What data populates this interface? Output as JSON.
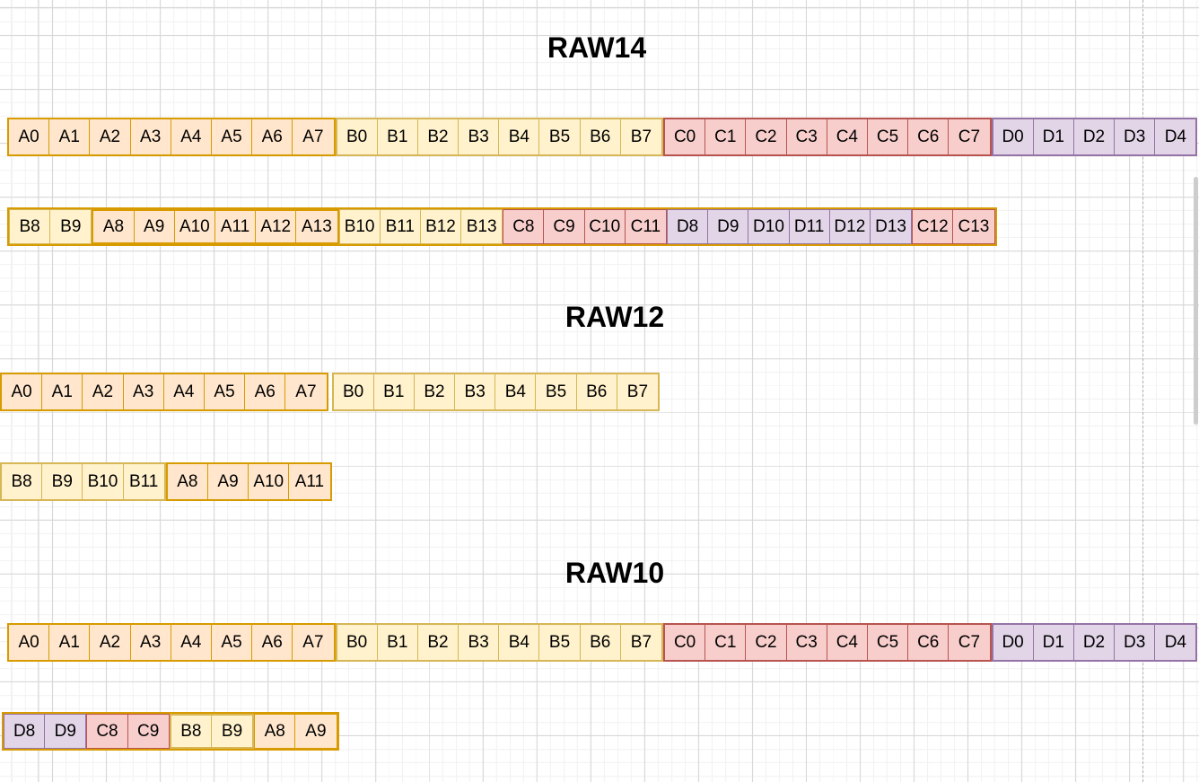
{
  "canvas": {
    "background": "#ffffff",
    "grid_minor_color": "#f2f2f2",
    "grid_major_color": "#d7d7d7",
    "page_guide_color": "#b0b0b0",
    "scrollbar_color": "#cdcdcd"
  },
  "palette": {
    "orange": {
      "fill": "#FFE6CC",
      "stroke": "#D79B00"
    },
    "yellow": {
      "fill": "#FFF2CC",
      "stroke": "#D6B656"
    },
    "red": {
      "fill": "#F8CECC",
      "stroke": "#B85450"
    },
    "purple": {
      "fill": "#E1D5E7",
      "stroke": "#9673A6"
    }
  },
  "sections": [
    {
      "title": "RAW14",
      "rows": [
        {
          "id": "r14r1",
          "outer_border": false,
          "groups": [
            {
              "color": "orange",
              "cells": [
                "A0",
                "A1",
                "A2",
                "A3",
                "A4",
                "A5",
                "A6",
                "A7"
              ]
            },
            {
              "color": "yellow",
              "cells": [
                "B0",
                "B1",
                "B2",
                "B3",
                "B4",
                "B5",
                "B6",
                "B7"
              ]
            },
            {
              "color": "red",
              "cells": [
                "C0",
                "C1",
                "C2",
                "C3",
                "C4",
                "C5",
                "C6",
                "C7"
              ]
            },
            {
              "color": "purple",
              "cells": [
                "D0",
                "D1",
                "D2",
                "D3",
                "D4"
              ]
            }
          ]
        },
        {
          "id": "r14r2",
          "outer_border": true,
          "groups": [
            {
              "color": "yellow",
              "cells": [
                "B8",
                "B9"
              ]
            },
            {
              "color": "orange",
              "thick": true,
              "cells": [
                "A8",
                "A9",
                "A10",
                "A11",
                "A12",
                "A13"
              ]
            },
            {
              "color": "yellow",
              "cells": [
                "B10",
                "B11",
                "B12",
                "B13"
              ]
            },
            {
              "color": "red",
              "cells": [
                "C8",
                "C9",
                "C10",
                "C11"
              ]
            },
            {
              "color": "purple",
              "cells": [
                "D8",
                "D9",
                "D10",
                "D11",
                "D12",
                "D13"
              ]
            },
            {
              "color": "red",
              "cells": [
                "C12",
                "C13"
              ]
            }
          ]
        }
      ]
    },
    {
      "title": "RAW12",
      "rows": [
        {
          "id": "r12r1",
          "outer_border": false,
          "groups": [
            {
              "color": "orange",
              "cells": [
                "A0",
                "A1",
                "A2",
                "A3",
                "A4",
                "A5",
                "A6",
                "A7"
              ]
            },
            {
              "color": "yellow",
              "cells": [
                "B0",
                "B1",
                "B2",
                "B3",
                "B4",
                "B5",
                "B6",
                "B7"
              ]
            }
          ]
        },
        {
          "id": "r12r2",
          "outer_border": false,
          "groups": [
            {
              "color": "yellow",
              "cells": [
                "B8",
                "B9",
                "B10",
                "B11"
              ]
            },
            {
              "color": "orange",
              "cells": [
                "A8",
                "A9",
                "A10",
                "A11"
              ]
            }
          ]
        }
      ]
    },
    {
      "title": "RAW10",
      "rows": [
        {
          "id": "r10r1",
          "outer_border": false,
          "groups": [
            {
              "color": "orange",
              "cells": [
                "A0",
                "A1",
                "A2",
                "A3",
                "A4",
                "A5",
                "A6",
                "A7"
              ]
            },
            {
              "color": "yellow",
              "cells": [
                "B0",
                "B1",
                "B2",
                "B3",
                "B4",
                "B5",
                "B6",
                "B7"
              ]
            },
            {
              "color": "red",
              "cells": [
                "C0",
                "C1",
                "C2",
                "C3",
                "C4",
                "C5",
                "C6",
                "C7"
              ]
            },
            {
              "color": "purple",
              "cells": [
                "D0",
                "D1",
                "D2",
                "D3",
                "D4"
              ]
            }
          ]
        },
        {
          "id": "r10r2",
          "outer_border": true,
          "groups": [
            {
              "color": "purple",
              "cells": [
                "D8",
                "D9"
              ]
            },
            {
              "color": "red",
              "cells": [
                "C8",
                "C9"
              ]
            },
            {
              "color": "yellow",
              "thick": true,
              "cells": [
                "B8",
                "B9"
              ]
            },
            {
              "color": "orange",
              "cells": [
                "A8",
                "A9"
              ]
            }
          ]
        }
      ]
    }
  ]
}
